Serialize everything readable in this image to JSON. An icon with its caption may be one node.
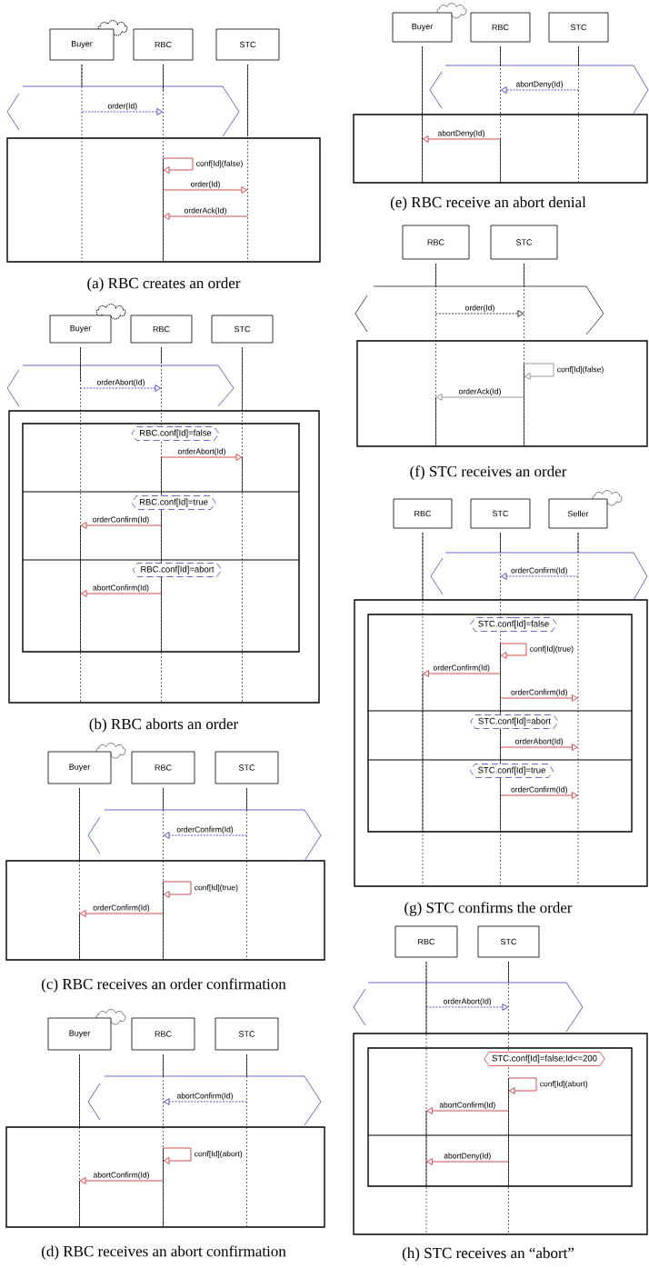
{
  "diagram": {
    "nodes": [
      {
        "text": [
          "Buyer"
        ]
      },
      {
        "text": [
          "RBC"
        ]
      },
      {
        "text": [
          "STC"
        ]
      },
      {
        "text": [
          "Buyer"
        ]
      },
      {
        "text": [
          "RBC"
        ]
      },
      {
        "text": [
          "STC"
        ]
      },
      {
        "text": [
          "RBC.conf[Id]=false"
        ]
      },
      {
        "text": [
          "RBC.conf[Id]=true"
        ]
      },
      {
        "text": [
          "RBC.conf[Id]=abort"
        ]
      },
      {
        "text": [
          "Buyer"
        ]
      },
      {
        "text": [
          "RBC"
        ]
      },
      {
        "text": [
          "STC"
        ]
      },
      {
        "text": [
          "Buyer"
        ]
      },
      {
        "text": [
          "RBC"
        ]
      },
      {
        "text": [
          "STC"
        ]
      },
      {
        "text": [
          "Buyer"
        ]
      },
      {
        "text": [
          "RBC"
        ]
      },
      {
        "text": [
          "STC"
        ]
      },
      {
        "text": [
          "RBC"
        ]
      },
      {
        "text": [
          "STC"
        ]
      },
      {
        "text": [
          "RBC"
        ]
      },
      {
        "text": [
          "STC"
        ]
      },
      {
        "text": [
          "Seller"
        ]
      },
      {
        "text": [
          "STC.conf[Id]=false"
        ]
      },
      {
        "text": [
          "STC.conf[Id]=abort"
        ]
      },
      {
        "text": [
          "STC.conf[Id]=true"
        ]
      },
      {
        "text": [
          "RBC"
        ]
      },
      {
        "text": [
          "STC"
        ]
      },
      {
        "text": [
          "STC.conf[Id]=false;Id<=200"
        ]
      }
    ],
    "edges": [
      {
        "from": 0,
        "to": 1,
        "arrow": "to",
        "label": "order(Id)",
        "style": "dashed",
        "color": "#2a2ab0"
      },
      {
        "from": 1,
        "to": 1,
        "arrow": "to",
        "label": "conf[Id](false)"
      },
      {
        "from": 1,
        "to": 2,
        "arrow": "to",
        "label": "order(Id)"
      },
      {
        "from": 2,
        "to": 1,
        "arrow": "to",
        "label": "orderAck(Id)"
      },
      {
        "from": 3,
        "to": 4,
        "arrow": "to",
        "label": "orderAbort(Id)",
        "style": "dashed",
        "color": "#2a2ab0"
      },
      {
        "from": 4,
        "to": 5,
        "arrow": "to",
        "label": "orderAbort(Id)"
      },
      {
        "from": 4,
        "to": 3,
        "arrow": "to",
        "label": "orderConfirm(Id)"
      },
      {
        "from": 4,
        "to": 3,
        "arrow": "to",
        "label": "abortConfirm(Id)"
      },
      {
        "from": 11,
        "to": 10,
        "arrow": "to",
        "label": "orderConfirm(Id)",
        "style": "dashed",
        "color": "#2a2ab0"
      },
      {
        "from": 10,
        "to": 10,
        "arrow": "to",
        "label": "conf[Id](true)"
      },
      {
        "from": 10,
        "to": 9,
        "arrow": "to",
        "label": "orderConfirm(Id)"
      },
      {
        "from": 14,
        "to": 13,
        "arrow": "to",
        "label": "abortConfirm(Id)",
        "style": "dashed",
        "color": "#2a2ab0"
      },
      {
        "from": 13,
        "to": 13,
        "arrow": "to",
        "label": "conf[Id](abort)"
      },
      {
        "from": 13,
        "to": 12,
        "arrow": "to",
        "label": "abortConfirm(Id)"
      },
      {
        "from": 17,
        "to": 16,
        "arrow": "to",
        "label": "abortDeny(Id)",
        "style": "dashed",
        "color": "#2a2ab0"
      },
      {
        "from": 16,
        "to": 15,
        "arrow": "to",
        "label": "abortDeny(Id)"
      },
      {
        "from": 18,
        "to": 19,
        "arrow": "to",
        "label": "order(Id)",
        "style": "dashed",
        "color": "#000000"
      },
      {
        "from": 19,
        "to": 19,
        "arrow": "to",
        "label": "conf[Id](false)",
        "color": "#808080"
      },
      {
        "from": 19,
        "to": 18,
        "arrow": "to",
        "label": "orderAck(Id)",
        "color": "#808080"
      },
      {
        "from": 22,
        "to": 21,
        "arrow": "to",
        "label": "orderConfirm(Id)",
        "style": "dashed",
        "color": "#2a2ab0"
      },
      {
        "from": 21,
        "to": 21,
        "arrow": "to",
        "label": "conf[Id](true)"
      },
      {
        "from": 21,
        "to": 20,
        "arrow": "to",
        "label": "orderConfirm(Id)"
      },
      {
        "from": 21,
        "to": 22,
        "arrow": "to",
        "label": "orderConfirm(Id)"
      },
      {
        "from": 21,
        "to": 22,
        "arrow": "to",
        "label": "orderAbort(Id)"
      },
      {
        "from": 21,
        "to": 22,
        "arrow": "to",
        "label": "orderConfirm(Id)"
      },
      {
        "from": 26,
        "to": 27,
        "arrow": "to",
        "label": "orderAbort(Id)",
        "style": "dashed",
        "color": "#2a2ab0"
      },
      {
        "from": 27,
        "to": 27,
        "arrow": "to",
        "label": "conf[Id](abort)"
      },
      {
        "from": 27,
        "to": 26,
        "arrow": "to",
        "label": "abortConfirm(Id)"
      },
      {
        "from": 27,
        "to": 26,
        "arrow": "to",
        "label": "abortDeny(Id)"
      }
    ],
    "labels": [
      "(a) RBC creates an order",
      "(b) RBC aborts an order",
      "(c) RBC receives an order confirmation",
      "(d) RBC receives an abort confirmation",
      "(e) RBC receive an abort denial",
      "(f) STC receives an order",
      "(g) STC confirms the order",
      "(h) STC receives an “abort”"
    ]
  }
}
